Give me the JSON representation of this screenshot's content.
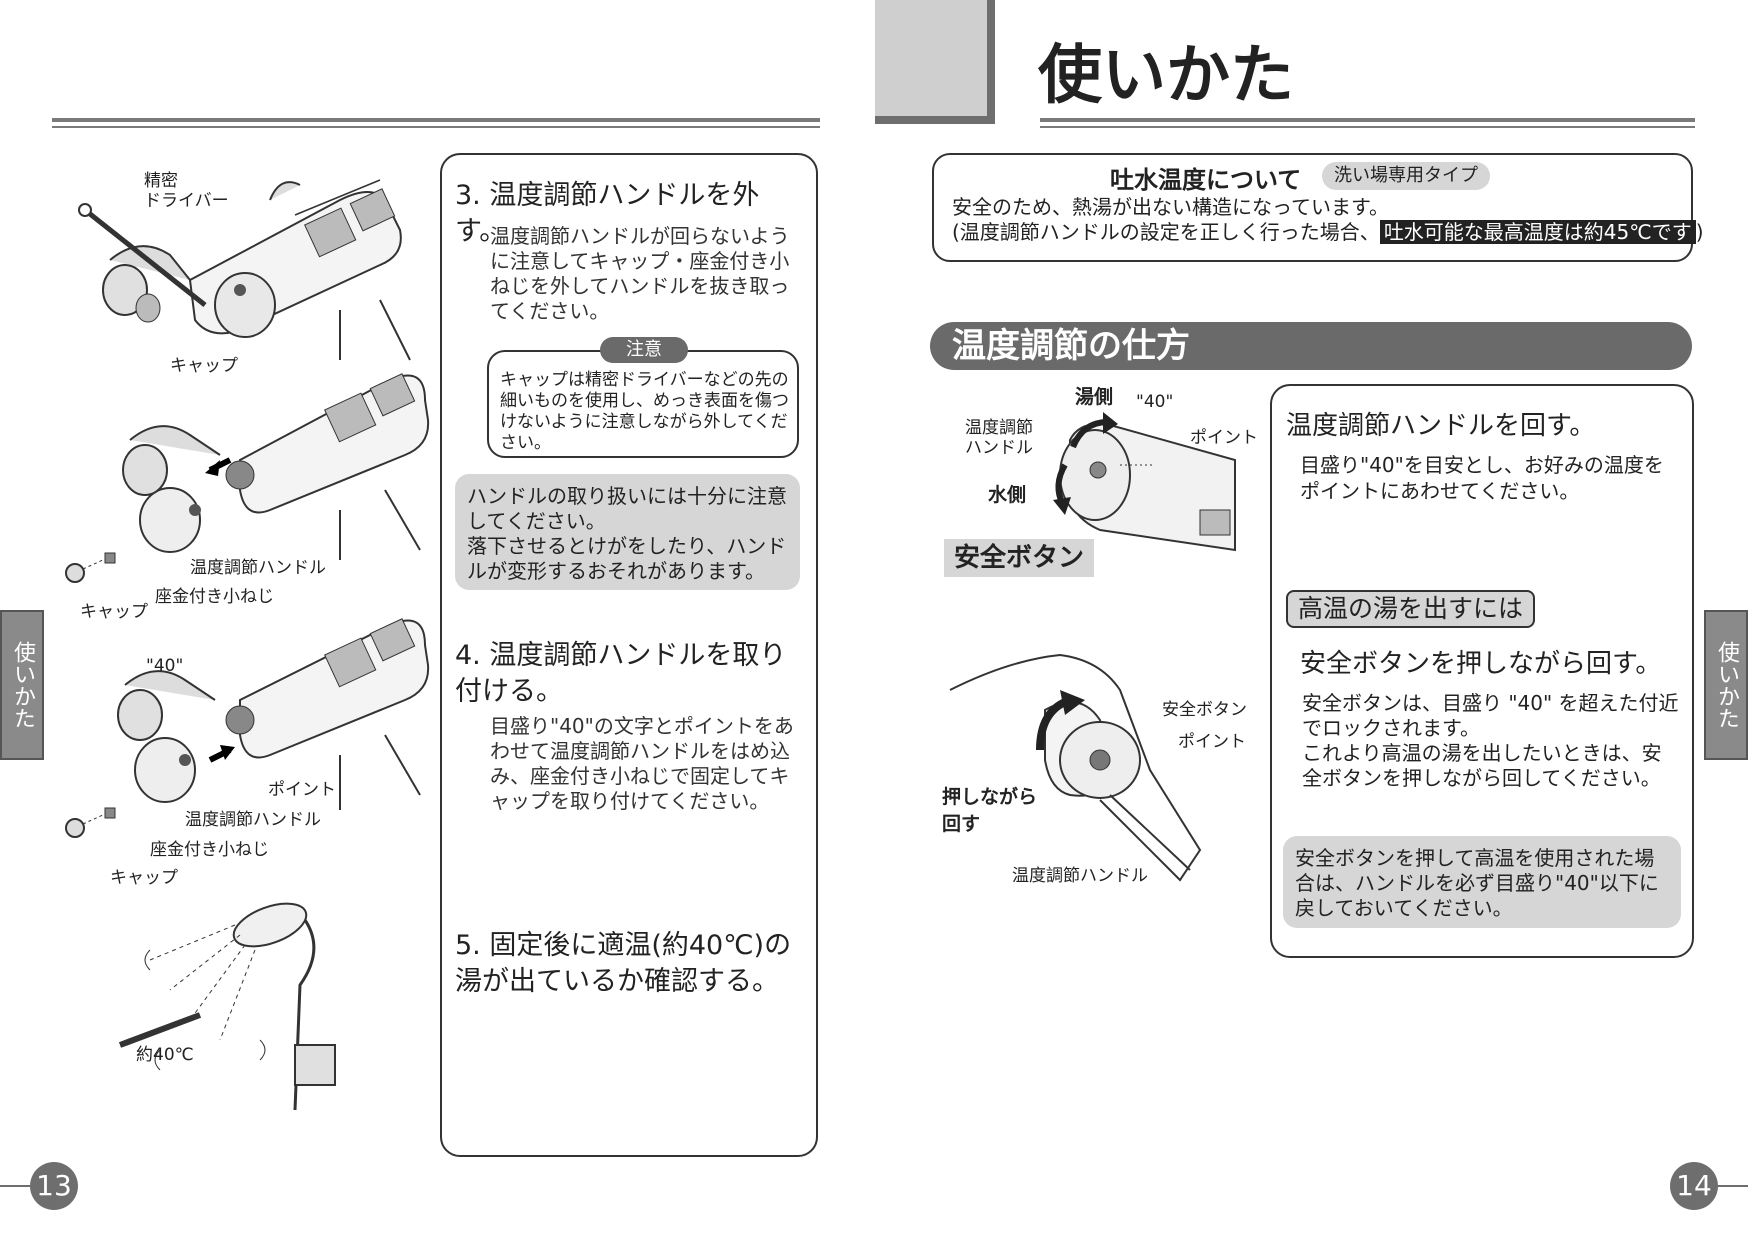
{
  "left": {
    "illus_labels": {
      "driver": "精密\nドライバー",
      "cap1": "キャップ",
      "handle1": "温度調節ハンドル",
      "screw1": "座金付き小ねじ",
      "cap2": "キャップ",
      "forty": "\"40\"",
      "point": "ポイント",
      "handle2": "温度調節ハンドル",
      "screw2": "座金付き小ねじ",
      "cap3": "キャップ",
      "temp": "約40℃"
    },
    "step3": {
      "heading": "3. 温度調節ハンドルを外す。",
      "body": "温度調節ハンドルが回らないように注意してキャップ・座金付き小ねじを外してハンドルを抜き取ってください。",
      "caution_label": "注意",
      "caution_text": "キャップは精密ドライバーなどの先の細いものを使用し、めっき表面を傷つけないように注意しながら外してください。",
      "note": "ハンドルの取り扱いには十分に注意してください。\n落下させるとけがをしたり、ハンドルが変形するおそれがあります。"
    },
    "step4": {
      "heading": "4. 温度調節ハンドルを取り付ける。",
      "body": "目盛り\"40\"の文字とポイントをあわせて温度調節ハンドルをはめ込み、座金付き小ねじで固定してキャップを取り付けてください。"
    },
    "step5": {
      "heading": "5. 固定後に適温(約40℃)の湯が出ているか確認する。"
    },
    "side_tab": "使いかた",
    "page_number": "13"
  },
  "right": {
    "title": "使いかた",
    "temp_box": {
      "heading": "吐水温度について",
      "tag": "洗い場専用タイプ",
      "line1": "安全のため、熱湯が出ない構造になっています。",
      "line2_prefix": "(温度調節ハンドルの設定を正しく行った場合、",
      "line2_highlight": "吐水可能な最高温度は約45℃です",
      "line2_suffix": ")"
    },
    "section_title": "温度調節の仕方",
    "illus_labels": {
      "hot": "湯側",
      "forty": "\"40\"",
      "handle": "温度調節\nハンドル",
      "point": "ポイント",
      "cold": "水側",
      "safety_button": "安全ボタン",
      "safety_small": "安全ボタン",
      "point2": "ポイント",
      "press_rotate": "押しながら\n回す",
      "handle2": "温度調節ハンドル"
    },
    "instr": {
      "heading": "温度調節ハンドルを回す。",
      "body": "目盛り\"40\"を目安とし、お好みの温度をポイントにあわせてください。",
      "subtag": "高温の湯を出すには",
      "sub_heading": "安全ボタンを押しながら回す。",
      "sub_body": "安全ボタンは、目盛り \"40\" を超えた付近でロックされます。\nこれより高温の湯を出したいときは、安全ボタンを押しながら回してください。",
      "note": "安全ボタンを押して高温を使用された場合は、ハンドルを必ず目盛り\"40\"以下に戻しておいてください。"
    },
    "side_tab": "使いかた",
    "page_number": "14"
  }
}
